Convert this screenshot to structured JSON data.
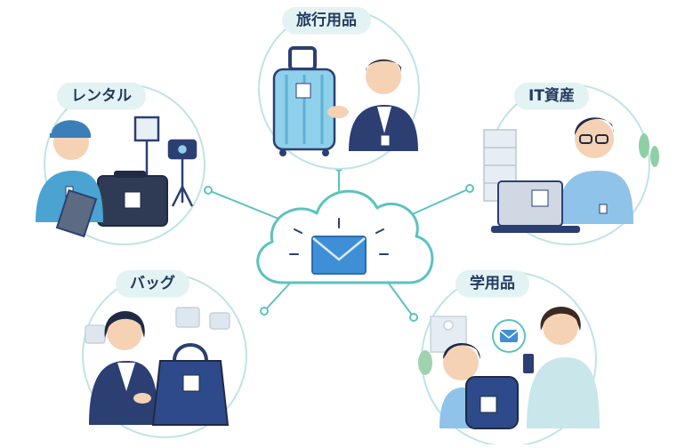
{
  "nodes": {
    "travel": {
      "label": "旅行用品",
      "scene": "suitcase-person"
    },
    "rental": {
      "label": "レンタル",
      "scene": "camera-equipment-person"
    },
    "it": {
      "label": "IT資産",
      "scene": "laptop-person"
    },
    "bag": {
      "label": "バッグ",
      "scene": "handbag-person"
    },
    "school": {
      "label": "学用品",
      "scene": "schoolbag-child-parent"
    }
  },
  "hub": {
    "icon": "envelope-cloud-icon"
  },
  "colors": {
    "connector": "#5cc2c0",
    "circle_border": "#bfe3e6",
    "label_bg": "#e3f3f4",
    "navy": "#2c3f73",
    "light_blue": "#8fd0ea"
  }
}
